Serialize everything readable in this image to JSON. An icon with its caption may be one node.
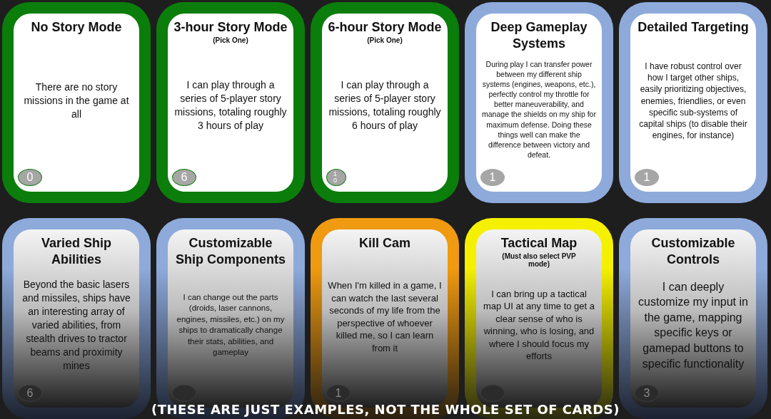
{
  "diagram": {
    "caption": "(THESE ARE JUST EXAMPLES, NOT THE WHOLE SET OF CARDS)",
    "nodes": [
      {
        "text": [
          "No Story Mode",
          "There are no story missions in the game at all"
        ]
      },
      {
        "text": [
          "0"
        ],
        "in": 0
      },
      {
        "text": [
          "3-hour Story Mode",
          "(Pick One)",
          "I can play through a series of 5-player story missions, totaling roughly 3 hours of play"
        ]
      },
      {
        "text": [
          "6"
        ],
        "in": 2
      },
      {
        "text": [
          "6-hour Story Mode",
          "(Pick One)",
          "I can play through a series of 5-player story missions, totaling roughly 6 hours of play"
        ]
      },
      {
        "text": [
          "10"
        ],
        "in": 4
      },
      {
        "text": [
          "Deep Gameplay Systems",
          "During play I can transfer power between my different ship systems (engines, weapons, etc.), perfectly control my throttle for better maneuverability, and manage the shields on my ship for maximum defense. Doing these things well can make the difference between victory and defeat."
        ]
      },
      {
        "text": [
          "1"
        ],
        "in": 6
      },
      {
        "text": [
          "Detailed Targeting",
          "I have robust control over how I target other ships, easily prioritizing objectives, enemies, friendlies, or even specific sub-systems of capital ships (to disable their engines, for instance)"
        ]
      },
      {
        "text": [
          "1"
        ],
        "in": 8
      },
      {
        "text": [
          "Varied Ship Abilities",
          "Beyond the basic lasers and missiles, ships have an interesting array of varied abilities, from stealth drives to tractor beams and proximity mines"
        ]
      },
      {
        "text": [
          "6"
        ],
        "in": 10
      },
      {
        "text": [
          "Customizable Ship Components",
          "I can change out the parts (droids, laser cannons, engines, missiles, etc.) on my ships to dramatically change their stats, abilities, and gameplay"
        ]
      },
      {
        "text": [],
        "shape": "circle",
        "in": 12
      },
      {
        "text": [
          "Kill Cam",
          "When I'm killed in a game, I can watch the last several seconds of my life from the perspective of whoever killed me, so I can learn from it"
        ]
      },
      {
        "text": [
          "1"
        ],
        "in": 14
      },
      {
        "text": [
          "Tactical Map",
          "(Must also select PVP mode)",
          "I can bring up a tactical map UI at any time to get a clear sense of who is winning, who is losing, and where I should focus my efforts"
        ]
      },
      {
        "text": [],
        "shape": "circle",
        "in": 16
      },
      {
        "text": [
          "Customizable Controls",
          "I can deeply customize my input in the game, mapping specific keys or gamepad buttons to specific functionality"
        ]
      },
      {
        "text": [
          "3"
        ],
        "in": 18
      }
    ],
    "edges": []
  }
}
